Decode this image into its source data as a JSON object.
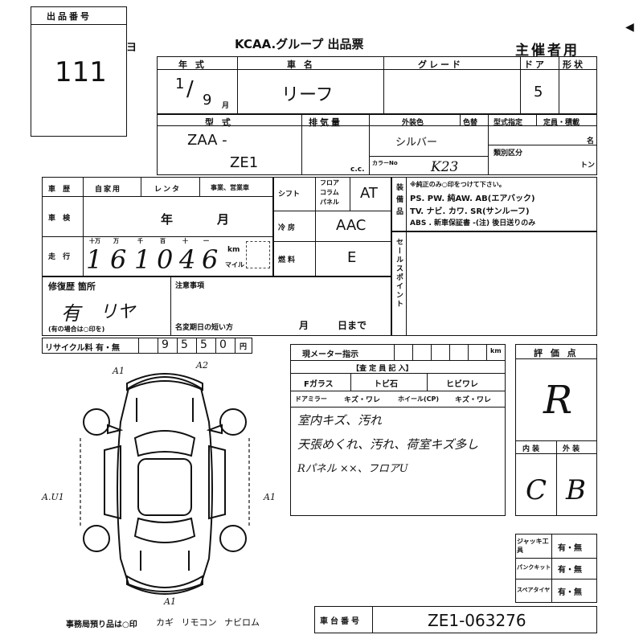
{
  "header": {
    "lot_no_label": "出品番号",
    "lot_no": "111",
    "form_title": "KCAA.グループ 出品票",
    "organizer": "主催者用",
    "page_mark": "ヨ"
  },
  "row1": {
    "year_label": "年 式",
    "model_label": "車 名",
    "grade_label": "グレード",
    "door_label": "ドア",
    "shape_label": "形状",
    "year_val": "1",
    "year_slash": "9",
    "month_suffix": "月",
    "model_val": "リーフ",
    "door_val": "5"
  },
  "row2": {
    "type_label": "型 式",
    "displacement_label": "排気量",
    "ext_color_label": "外装色",
    "color_change_label": "色替",
    "type_designation_label": "型式指定",
    "capacity_label": "定員・積載",
    "type_prefix": "ZAA -",
    "type_code": "ZE1",
    "cc_unit": "c.c.",
    "ext_color": "シルバー",
    "color_no_label": "カラーNo",
    "color_no": "K23",
    "category_label": "類別区分",
    "persons_unit": "名",
    "tons_unit": "トン"
  },
  "history": {
    "label": "車 歴",
    "private": "自家用",
    "rental": "レンタ",
    "business": "事業、営業車",
    "inspection_label": "車 検",
    "year_unit": "年",
    "month_unit": "月",
    "mileage_label": "走 行",
    "digit_units": [
      "十万",
      "万",
      "千",
      "百",
      "十",
      "一"
    ],
    "mileage_digits": [
      "1",
      "6",
      "1",
      "0",
      "4",
      "6"
    ],
    "km_label": "km",
    "mile_label": "マイル"
  },
  "spec": {
    "shift_label": "シフト",
    "shift_opts": [
      "フロア",
      "コラム",
      "パネル"
    ],
    "shift_val": "AT",
    "ac_label": "冷房",
    "ac_val": "AAC",
    "fuel_label": "燃料",
    "fuel_val": "E"
  },
  "equip": {
    "label": "装備品",
    "note": "※純正のみ○印をつけて下さい。",
    "line1": "PS. PW. 純AW. AB(エアバック)",
    "line2": "TV. ナビ. カワ. SR(サンルーフ)",
    "line3": "ABS . 新車保証書 -(注) 後日送りのみ",
    "sales_point_label": "セールスポイント"
  },
  "repair": {
    "label": "修復歴 箇所",
    "sub": "(有の場合は○印を)",
    "value": "有",
    "location": "リヤ",
    "notes_label": "注意事項",
    "expiry_label": "名変期日の短い方",
    "month": "月",
    "day": "日まで"
  },
  "recycle": {
    "label": "リサイクル料 有・無",
    "digits": [
      "9",
      "5",
      "5",
      "0"
    ],
    "unit": "円"
  },
  "inspection": {
    "meter_label": "現メーター指示",
    "meter_unit": "km",
    "assess_label": "【査 定 員 記 入】",
    "glass_label": "Fガラス",
    "glass_opt1": "トビ石",
    "glass_opt2": "ヒビワレ",
    "mirror_label": "ドアミラー",
    "mirror_opt": "キズ・ワレ",
    "wheel_label": "ホイール(CP)",
    "wheel_opt": "キズ・ワレ",
    "note1": "室内キズ、汚れ",
    "note2": "天張めくれ、汚れ、荷室キズ多し",
    "note3": "Rパネル ××、フロアU"
  },
  "rating": {
    "label": "評 価 点",
    "score": "R",
    "interior_label": "内 装",
    "exterior_label": "外 装",
    "interior": "C",
    "exterior": "B"
  },
  "tools": {
    "jack_label": "ジャッキ工具",
    "jack_val": "有・無",
    "puncture_label": "パンクキット",
    "puncture_val": "有・無",
    "spare_label": "スペアタイヤ",
    "spare_val": "有・無"
  },
  "diagram": {
    "marks": [
      "A1",
      "A2",
      "A.U1",
      "A1",
      "A1"
    ]
  },
  "footer": {
    "office_label": "事務局預り品は○印",
    "items": "カギ リモコン ナビロム",
    "chassis_label": "車台番号",
    "chassis_no": "ZE1-063276"
  }
}
